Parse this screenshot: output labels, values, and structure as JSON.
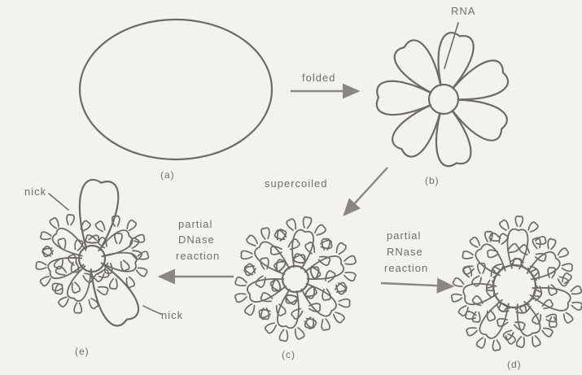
{
  "labels": {
    "rna": "RNA",
    "folded": "folded",
    "supercoiled": "supercoiled",
    "panel_a": "(a)",
    "panel_b": "(b)",
    "panel_c": "(c)",
    "panel_d": "(d)",
    "panel_e": "(e)",
    "nick_top": "nick",
    "nick_bottom": "nick",
    "dnase_line1": "partial",
    "dnase_line2": "DNase",
    "dnase_line3": "reaction",
    "rnase_line1": "partial",
    "rnase_line2": "RNase",
    "rnase_line3": "reaction"
  },
  "colors": {
    "ink": "#6d6a68",
    "paper": "#f4f2ee"
  }
}
